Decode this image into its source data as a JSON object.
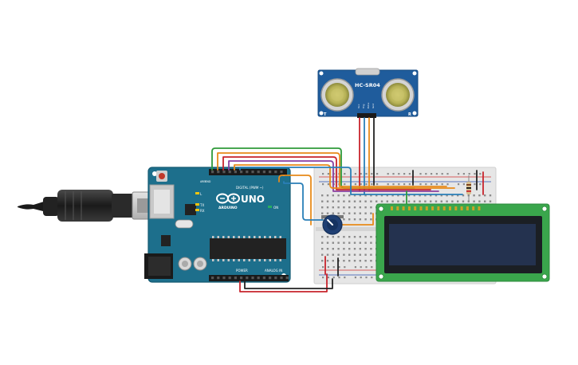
{
  "arduino": {
    "brand": "ARDUINO",
    "model": "UNO",
    "digital_label": "DIGITAL (PWM ~)",
    "power_label": "POWER",
    "analog_label": "ANALOG IN",
    "aref_label": "AREF",
    "gnd_label": "GND",
    "on_label": "ON",
    "tx_label": "TX",
    "rx_label": "RX",
    "l_label": "L"
  },
  "sensor": {
    "model": "HC-SR04",
    "left_mark": "T",
    "right_mark": "R",
    "pins": [
      "Vcc",
      "Trig",
      "Echo",
      "Gnd"
    ]
  },
  "colors": {
    "board": "#1d6f8c",
    "sensor_board": "#1f5c9c",
    "lcd_pcb": "#3aa64c",
    "lcd_screen": "#24324f",
    "wire_green": "#2e9a3a",
    "wire_red": "#c8242c",
    "wire_orange": "#e88a1a",
    "wire_purple": "#8b3fa0",
    "wire_blue": "#2a7fb8",
    "wire_black": "#222222",
    "wire_yellow": "#d8b01c"
  }
}
